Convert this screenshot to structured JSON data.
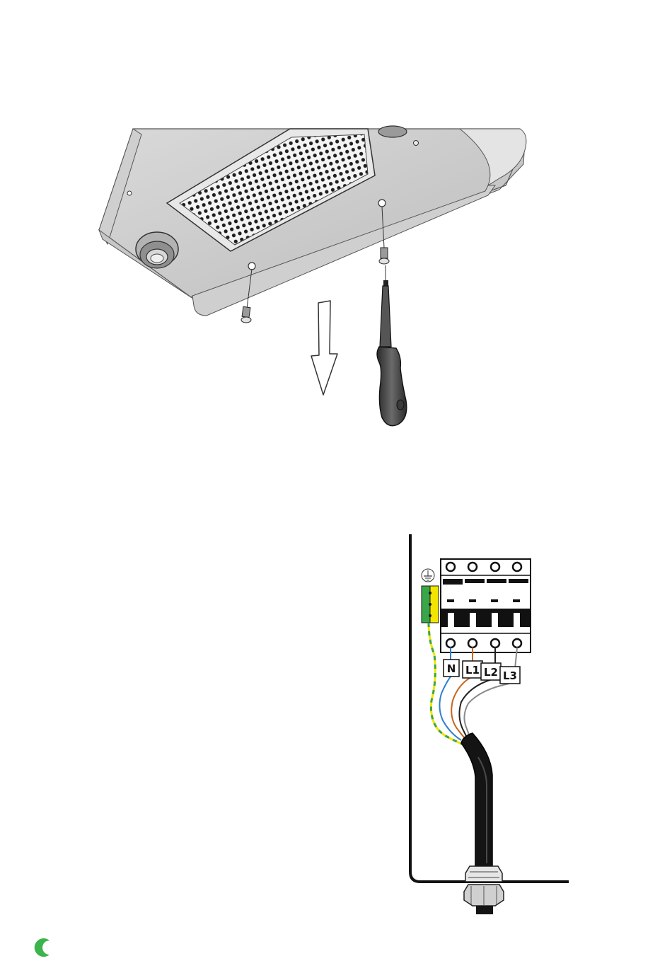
{
  "figures": {
    "top": {
      "icon": "charger-bottom-cover-removal-illustration"
    },
    "bottom": {
      "icon": "three-phase-breaker-wiring-illustration"
    }
  },
  "terminals": {
    "ground_symbol": "⏚",
    "n": "N",
    "l1": "L1",
    "l2": "L2",
    "l3": "L3"
  },
  "wire_colors": {
    "neutral": "#2f7fd0",
    "l1": "#c8651e",
    "l2": "#222222",
    "l3": "#8a8a8a",
    "earth_green": "#3aa64a",
    "earth_yellow": "#f2e600"
  },
  "footer": {
    "logo_icon": "brand-logo-icon",
    "logo_color": "#3cb44b"
  }
}
